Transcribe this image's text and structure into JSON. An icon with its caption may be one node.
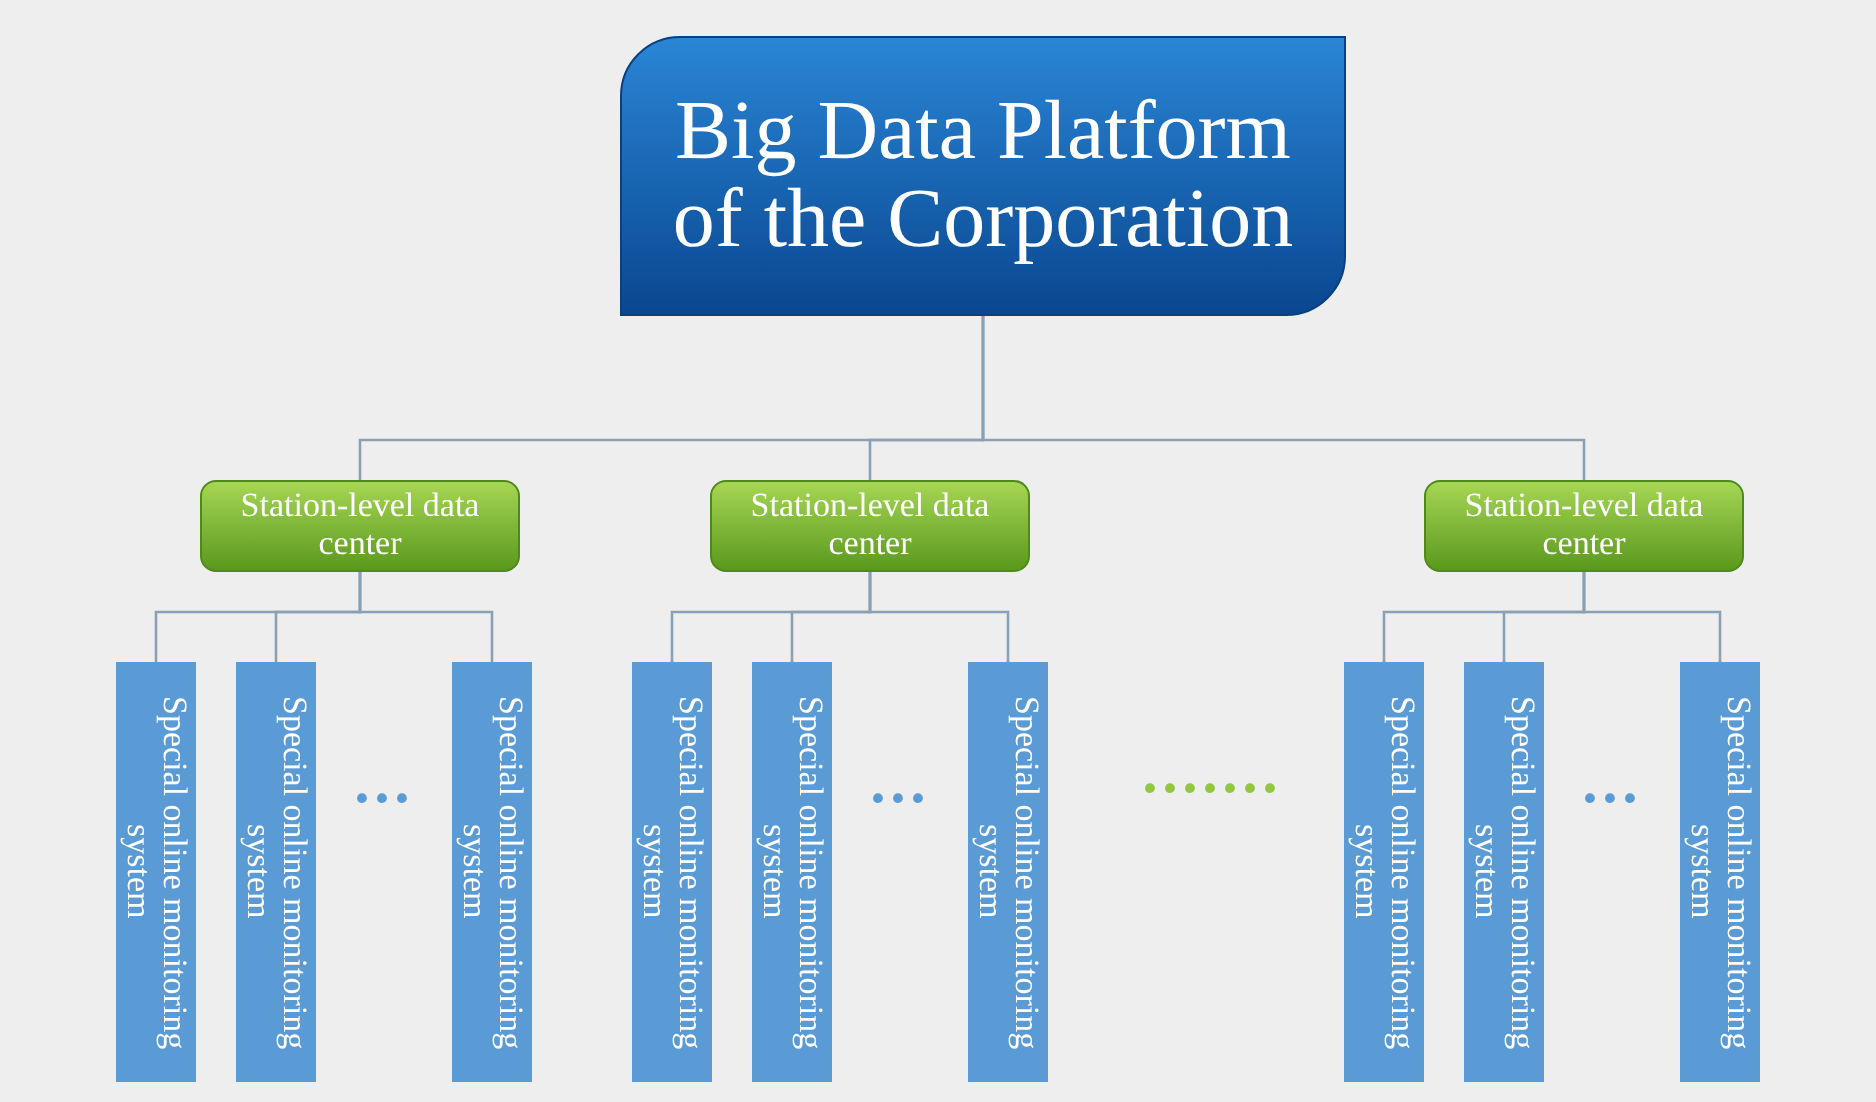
{
  "diagram": {
    "nodes": [
      {
        "text": [
          "Big Data Platform of the Corporation"
        ]
      },
      {
        "text": [
          "Station-level data center"
        ]
      },
      {
        "text": [
          "Station-level data center"
        ]
      },
      {
        "text": [
          "Station-level data center"
        ]
      },
      {
        "text": [
          "Special online monitoring system"
        ]
      },
      {
        "text": [
          "Special online monitoring system"
        ]
      },
      {
        "text": [
          "Special online monitoring system"
        ]
      },
      {
        "text": [
          "Special online monitoring system"
        ]
      },
      {
        "text": [
          "Special online monitoring system"
        ]
      },
      {
        "text": [
          "Special online monitoring system"
        ]
      },
      {
        "text": [
          "Special online monitoring system"
        ]
      },
      {
        "text": [
          "Special online monitoring system"
        ]
      },
      {
        "text": [
          "Special online monitoring system"
        ]
      }
    ],
    "edges": [
      {
        "from": 0,
        "to": 1,
        "arrow": "none"
      },
      {
        "from": 0,
        "to": 2,
        "arrow": "none"
      },
      {
        "from": 0,
        "to": 3,
        "arrow": "none"
      },
      {
        "from": 1,
        "to": 4,
        "arrow": "none"
      },
      {
        "from": 1,
        "to": 5,
        "arrow": "none"
      },
      {
        "from": 1,
        "to": 6,
        "arrow": "none"
      },
      {
        "from": 2,
        "to": 7,
        "arrow": "none"
      },
      {
        "from": 2,
        "to": 8,
        "arrow": "none"
      },
      {
        "from": 2,
        "to": 9,
        "arrow": "none"
      },
      {
        "from": 3,
        "to": 10,
        "arrow": "none"
      },
      {
        "from": 3,
        "to": 11,
        "arrow": "none"
      },
      {
        "from": 3,
        "to": 12,
        "arrow": "none"
      }
    ],
    "labels": [
      "···",
      "···",
      "·······",
      "···"
    ]
  }
}
